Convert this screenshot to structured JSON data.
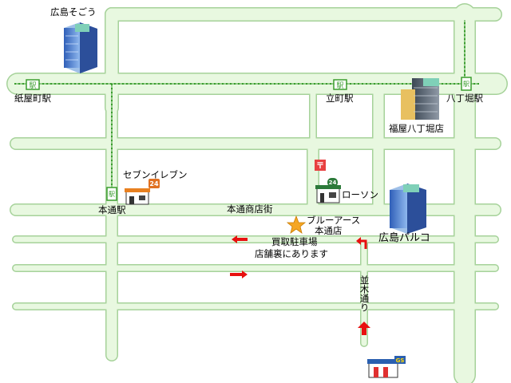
{
  "labels": {
    "sogo": "広島そごう",
    "kamiyacho": "紙屋町駅",
    "tatemachi": "立町駅",
    "hatchobori": "八丁堀駅",
    "fukuya": "福屋八丁堀店",
    "seven": "セブンイレブン",
    "lawson": "ローソン",
    "hondori_st": "本通駅",
    "hondori_shotengai": "本通商店街",
    "shop_name": "ブルーアース",
    "shop_branch": "本通店",
    "parking_1": "買取駐車場",
    "parking_2": "店舗裏にあります",
    "parco": "広島パルコ",
    "namiki": "並木通り"
  },
  "station_sign": "駅",
  "post_sign": "〒",
  "gs_sign": "GS",
  "hours_badge": "24",
  "colors": {
    "road_fill": "#e8f8e0",
    "road_edge": "#a6d29a",
    "tram": "#3a9d2e",
    "star": "#f5a623",
    "arrow": "#e81010",
    "building_blue": "#4a7fd0",
    "building_gray": "#606a76"
  },
  "icons": [
    "department-store-building-icon",
    "station-sign-icon",
    "convenience-store-icon",
    "post-office-icon",
    "star-icon",
    "gas-station-icon",
    "red-arrow-icon"
  ]
}
